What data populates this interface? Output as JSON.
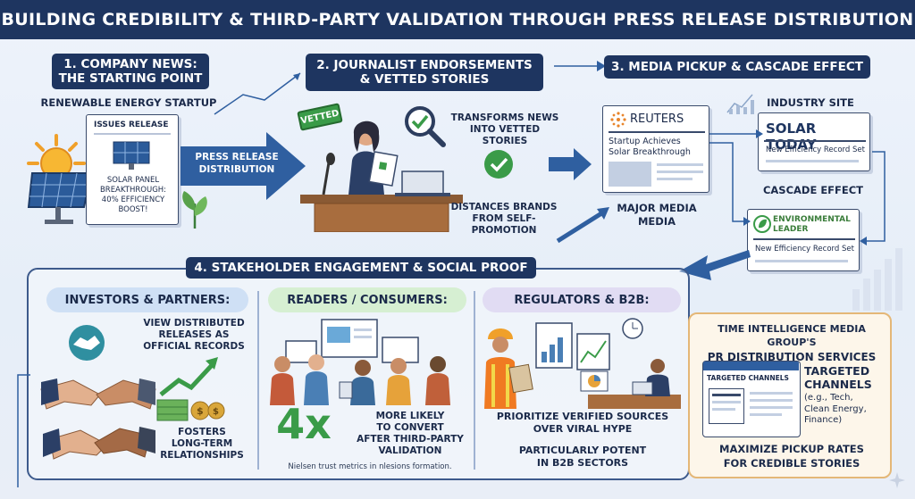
{
  "title": "BUILDING CREDIBILITY & THIRD-PARTY VALIDATION THROUGH PRESS RELEASE DISTRIBUTION",
  "step1": {
    "label_line1": "1. COMPANY NEWS:",
    "label_line2": "THE STARTING POINT",
    "subtitle": "RENEWABLE ENERGY STARTUP",
    "doc_header": "ISSUES RELEASE",
    "doc_line1": "SOLAR PANEL",
    "doc_line2": "BREAKTHROUGH:",
    "doc_line3": "40% EFFICIENCY BOOST!",
    "arrow_line1": "PRESS RELEASE",
    "arrow_line2": "DISTRIBUTION"
  },
  "step2": {
    "label_line1": "2. JOURNALIST ENDORSEMENTS",
    "label_line2": "& VETTED STORIES",
    "stamp": "VETTED",
    "note1_line1": "TRANSFORMS NEWS",
    "note1_line2": "INTO VETTED STORIES",
    "note2_line1": "DISTANCES BRANDS",
    "note2_line2": "FROM SELF-PROMOTION"
  },
  "step3": {
    "label": "3. MEDIA PICKUP & CASCADE EFFECT",
    "major_brand": "REUTERS",
    "major_headline_line1": "Startup Achieves",
    "major_headline_line2": "Solar Breakthrough",
    "major_caption_line1": "MAJOR MEDIA",
    "major_caption_line2": "MEDIA",
    "industry_caption": "INDUSTRY SITE",
    "industry_brand": "SOLAR TODAY",
    "industry_headline": "New Efficiency Record Set",
    "cascade_caption": "CASCADE EFFECT",
    "env_brand_line1": "ENVIRONMENTAL",
    "env_brand_line2": "LEADER",
    "env_headline": "New Efficiency Record Set"
  },
  "step4": {
    "label": "4. STAKEHOLDER ENGAGEMENT & SOCIAL PROOF",
    "investors": {
      "title": "INVESTORS & PARTNERS:",
      "note_line1": "VIEW DISTRIBUTED",
      "note_line2": "RELEASES AS",
      "note_line3": "OFFICIAL RECORDS",
      "foot_line1": "FOSTERS",
      "foot_line2": "LONG-TERM",
      "foot_line3": "RELATIONSHIPS"
    },
    "readers": {
      "title": "READERS / CONSUMERS:",
      "stat": "4x",
      "stat_line1": "MORE LIKELY",
      "stat_line2": "TO CONVERT",
      "stat_line3": "AFTER THIRD-PARTY",
      "stat_line4": "VALIDATION",
      "source": "Nielsen trust metrics in nlesions formation."
    },
    "regulators": {
      "title": "REGULATORS & B2B:",
      "note_line1": "PRIORITIZE VERIFIED SOURCES",
      "note_line2": "OVER VIRAL HYPE",
      "foot_line1": "PARTICULARLY POTENT",
      "foot_line2": "IN B2B SECTORS"
    }
  },
  "services": {
    "title_line1": "TIME INTELLIGENCE MEDIA GROUP'S",
    "title_line2": "PR DISTRIBUTION SERVICES",
    "screen_label": "TARGETED CHANNELS",
    "channels_title_line1": "TARGETED",
    "channels_title_line2": "CHANNELS",
    "channels_detail_line1": "(e.g., Tech,",
    "channels_detail_line2": "Clean Energy,",
    "channels_detail_line3": "Finance)",
    "foot_line1": "MAXIMIZE PICKUP RATES",
    "foot_line2": "FOR CREDIBLE STORIES"
  },
  "colors": {
    "navy": "#1e3560",
    "accent_blue": "#2f5fa0",
    "green": "#3a9b48",
    "orange_border": "#e4b777",
    "pill_blue": "#cfe0f5",
    "pill_green": "#d6efd2",
    "pill_purple": "#e1dcf3"
  }
}
